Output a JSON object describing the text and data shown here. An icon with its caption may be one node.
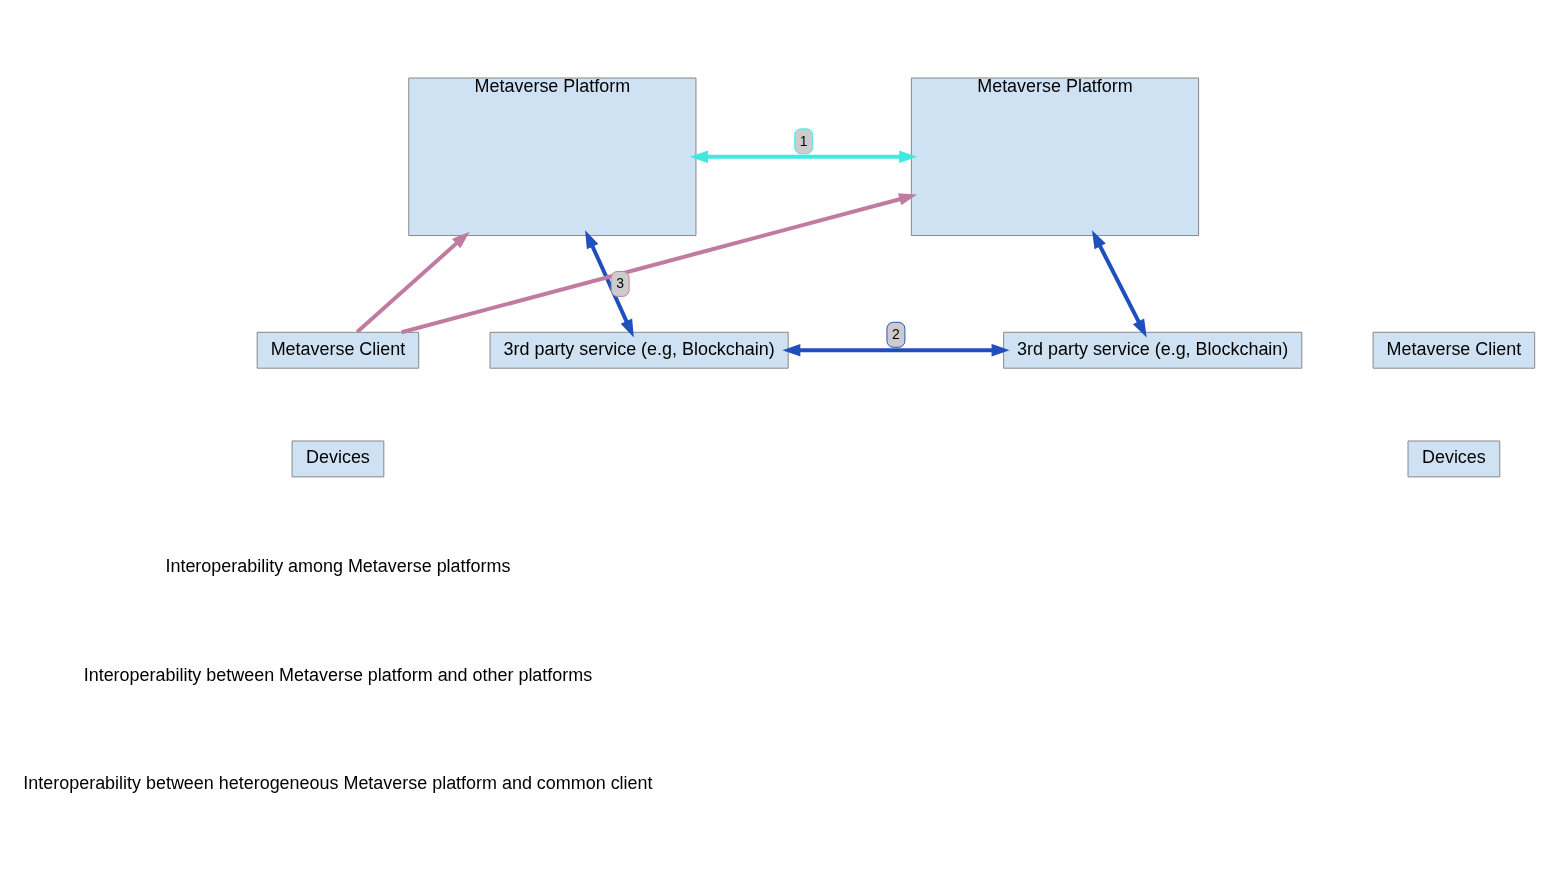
{
  "diagram": {
    "nodes": [
      {
        "text": [
          "Metaverse Platform"
        ]
      },
      {
        "text": [
          "Metaverse Platform"
        ]
      },
      {
        "text": [
          "Metaverse Client"
        ]
      },
      {
        "text": [
          "Devices"
        ]
      },
      {
        "text": [
          "3rd party service (e.g, Blockchain)"
        ]
      },
      {
        "text": [
          "3rd party service (e.g, Blockchain)"
        ]
      },
      {
        "text": [
          "Metaverse Client"
        ]
      },
      {
        "text": [
          "Devices"
        ]
      }
    ],
    "edges": [
      {
        "from": 0,
        "to": 1,
        "arrow": "both",
        "label": "1",
        "color": "#40e8e0"
      },
      {
        "from": 0,
        "to": 4,
        "arrow": "both",
        "color": "#1f4fbf"
      },
      {
        "from": 1,
        "to": 5,
        "arrow": "both",
        "color": "#1f4fbf"
      },
      {
        "from": 2,
        "to": 0,
        "arrow": "to",
        "color": "#c27ba0"
      },
      {
        "from": 2,
        "to": 1,
        "arrow": "to",
        "label": "3",
        "color": "#c27ba0"
      },
      {
        "from": 4,
        "to": 5,
        "arrow": "both",
        "label": "2",
        "color": "#1f4fbf"
      }
    ],
    "legend": [
      {
        "text": "Interoperability among Metaverse platforms"
      },
      {
        "text": "Interoperability between Metaverse platform and other platforms"
      },
      {
        "text": "Interoperability between heterogeneous Metaverse platform and common client"
      }
    ]
  }
}
